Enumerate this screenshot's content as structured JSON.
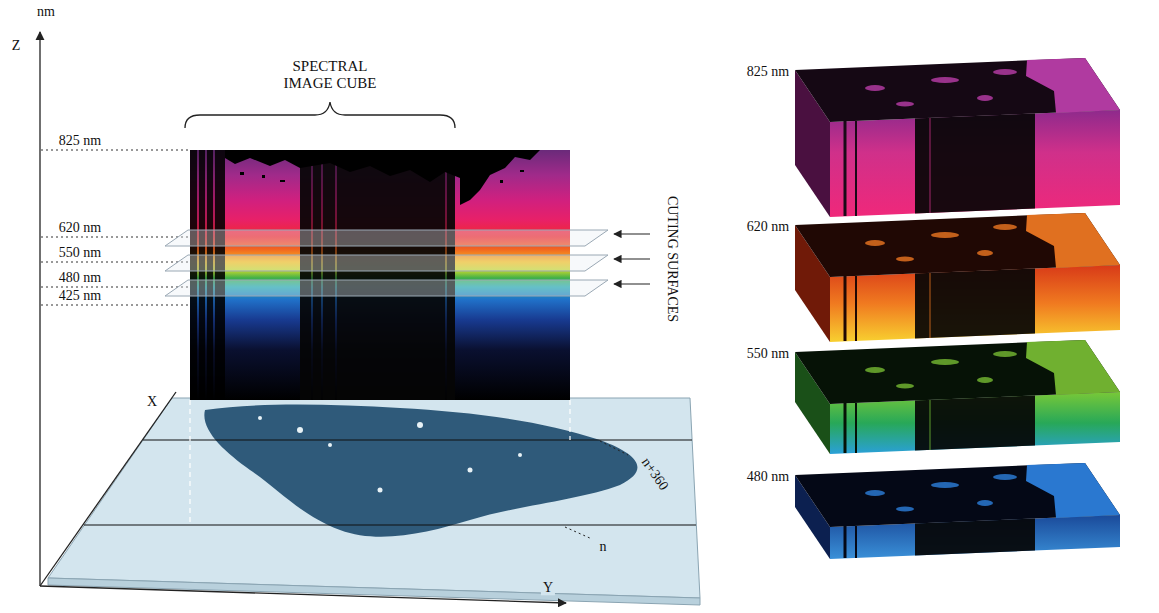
{
  "diagram": {
    "labels": [
      "nm",
      "Z",
      "SPECTRAL IMAGE CUBE",
      "825 nm",
      "620 nm",
      "550 nm",
      "480 nm",
      "425 nm",
      "CUTING SURFACES",
      "X",
      "n+360",
      "n",
      "Y",
      "825 nm",
      "620 nm",
      "550 nm",
      "480 nm"
    ]
  }
}
